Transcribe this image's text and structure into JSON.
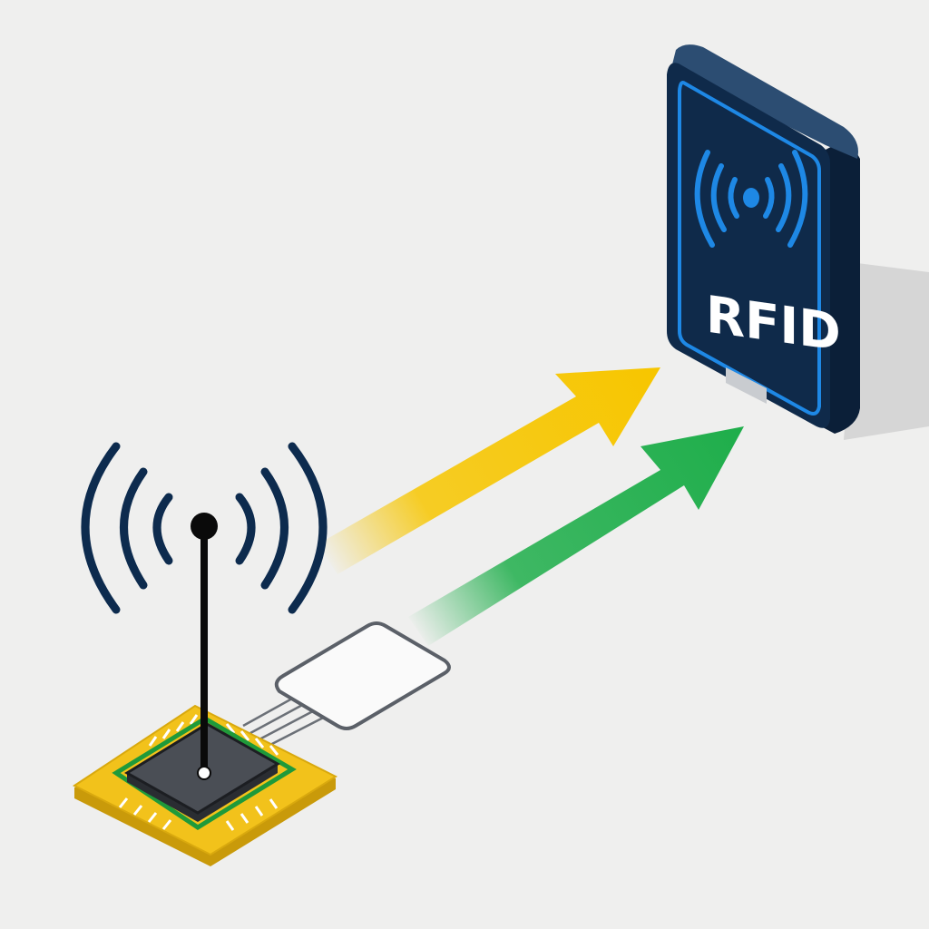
{
  "reader": {
    "label": "RFID",
    "body_color": "#0f2a4a",
    "accent_color": "#1e88e5",
    "icon": "wireless-signal-icon"
  },
  "arrows": [
    {
      "name": "yellow-signal-arrow",
      "color": "#f7c600"
    },
    {
      "name": "green-signal-arrow",
      "color": "#1fae4b"
    }
  ],
  "antenna": {
    "icon": "broadcast-antenna-icon",
    "wave_color": "#0d2b4e"
  },
  "chip": {
    "pad_color": "#f2c21b",
    "die_color": "#4a4e55",
    "ring_color": "#1f9a3a"
  },
  "tag": {
    "icon": "tag-card-icon"
  }
}
